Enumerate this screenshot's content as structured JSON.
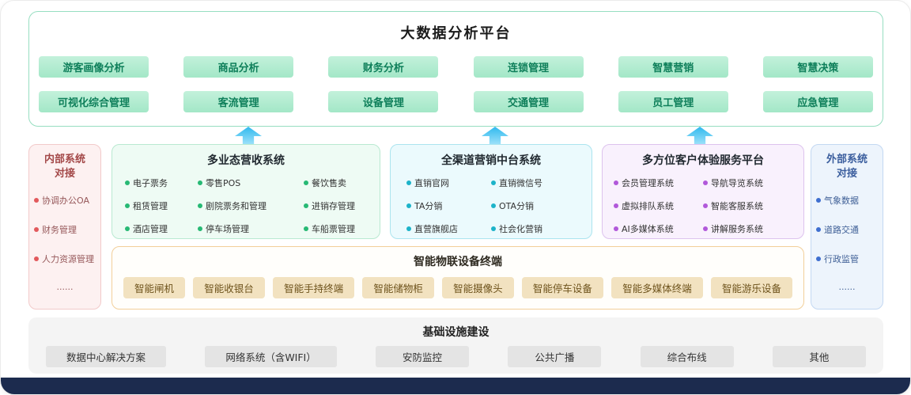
{
  "colors": {
    "platform_border": "#97dec1",
    "pill_bg": "#aee9cc",
    "pill_text": "#0e7f5a",
    "arrow_blue": "#54c5f0",
    "internal_accent": "#e2595c",
    "external_accent": "#3f6fd0",
    "revenue_accent": "#27b974",
    "marketing_accent": "#1cb3c9",
    "customer_accent": "#b158da",
    "iot_border": "#f2cf9a",
    "footer_bg": "#1c2b4e"
  },
  "platform": {
    "title": "大数据分析平台",
    "pills_row1": [
      "游客画像分析",
      "商品分析",
      "财务分析",
      "连锁管理",
      "智慧营销",
      "智慧决策"
    ],
    "pills_row2": [
      "可视化综合管理",
      "客流管理",
      "设备管理",
      "交通管理",
      "员工管理",
      "应急管理"
    ]
  },
  "internal_systems": {
    "title": "内部系统对接",
    "items": [
      "协调办公OA",
      "财务管理",
      "人力资源管理",
      "......"
    ]
  },
  "revenue_system": {
    "title": "多业态营收系统",
    "items": [
      "电子票务",
      "零售POS",
      "餐饮售卖",
      "租赁管理",
      "剧院票务和管理",
      "进销存管理",
      "酒店管理",
      "停车场管理",
      "车船票管理"
    ]
  },
  "marketing_system": {
    "title": "全渠道营销中台系统",
    "items": [
      "直销官网",
      "直销微信号",
      "TA分销",
      "OTA分销",
      "直营旗舰店",
      "社会化营销"
    ]
  },
  "customer_platform": {
    "title": "多方位客户体验服务平台",
    "items": [
      "会员管理系统",
      "导航导览系统",
      "虚拟排队系统",
      "智能客服系统",
      "AI多媒体系统",
      "讲解服务系统"
    ]
  },
  "external_systems": {
    "title": "外部系统对接",
    "items": [
      "气象数据",
      "道路交通",
      "行政监管",
      "......"
    ]
  },
  "iot_devices": {
    "title": "智能物联设备终端",
    "items": [
      "智能闸机",
      "智能收银台",
      "智能手持终端",
      "智能储物柜",
      "智能摄像头",
      "智能停车设备",
      "智能多媒体终端",
      "智能游乐设备"
    ]
  },
  "infrastructure": {
    "title": "基础设施建设",
    "items": [
      "数据中心解决方案",
      "网络系统（含WIFI）",
      "安防监控",
      "公共广播",
      "综合布线",
      "其他"
    ]
  }
}
